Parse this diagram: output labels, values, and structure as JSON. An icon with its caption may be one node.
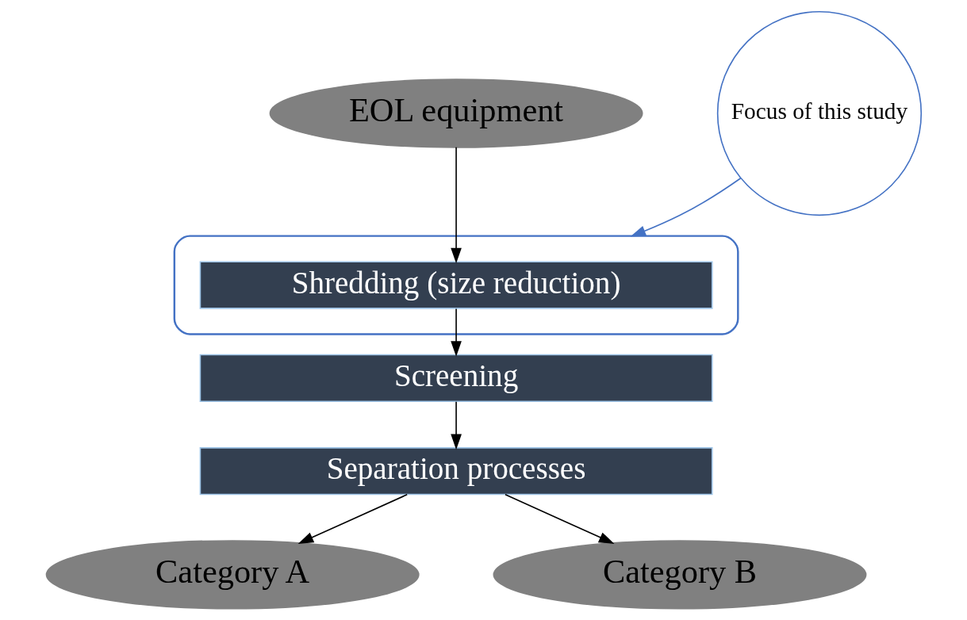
{
  "diagram": {
    "nodes": [
      {
        "text": [
          "EOL equipment"
        ]
      },
      {
        "text": [
          "Focus of this study"
        ]
      },
      {
        "text": [],
        "shape": "ellipse"
      },
      {
        "text": [
          "Shredding (size reduction)"
        ],
        "in": 2
      },
      {
        "text": [
          "Screening"
        ]
      },
      {
        "text": [
          "Separation processes"
        ]
      },
      {
        "text": [
          "Category A"
        ]
      },
      {
        "text": [
          "Category B"
        ]
      }
    ],
    "edges": [
      {
        "from": 0,
        "to": 3,
        "arrow": "to"
      },
      {
        "from": 1,
        "to": 2,
        "arrow": "to",
        "color": "#4472c4"
      },
      {
        "from": 3,
        "to": 4,
        "arrow": "to"
      },
      {
        "from": 4,
        "to": 5,
        "arrow": "to"
      },
      {
        "from": 5,
        "to": 6,
        "arrow": "to"
      },
      {
        "from": 5,
        "to": 7,
        "arrow": "to"
      }
    ]
  }
}
